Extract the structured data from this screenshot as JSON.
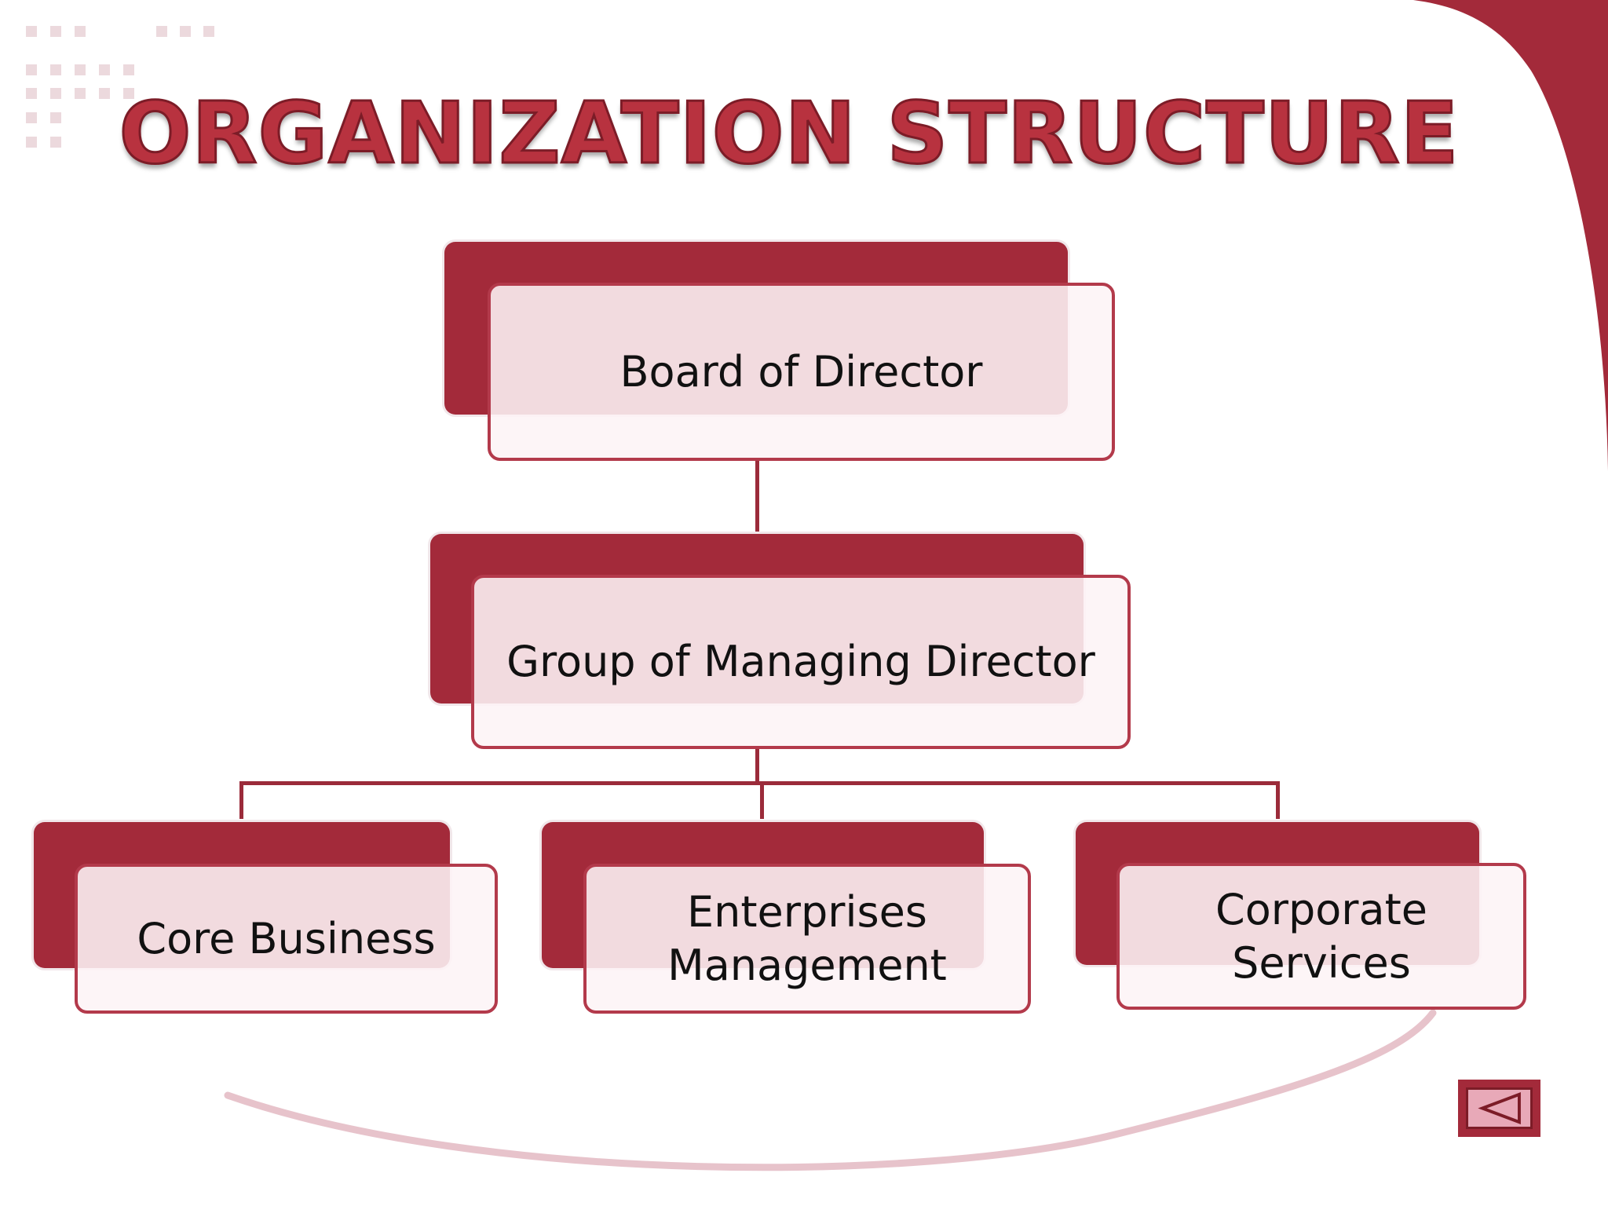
{
  "slide": {
    "title": "ORGANIZATION STRUCTURE"
  },
  "org_chart": {
    "root": {
      "label": "Board of Director"
    },
    "level2": {
      "label": "Group of Managing Director"
    },
    "level3": [
      {
        "label": "Core Business"
      },
      {
        "label": "Enterprises Management"
      },
      {
        "label": "Corporate Services"
      }
    ]
  },
  "navigation": {
    "back_icon": "triangle-left-icon"
  },
  "colors": {
    "accent": "#a32a3a",
    "box_fill": "#fdf4f6",
    "border": "#b33a4b",
    "title": "#b8323f"
  }
}
